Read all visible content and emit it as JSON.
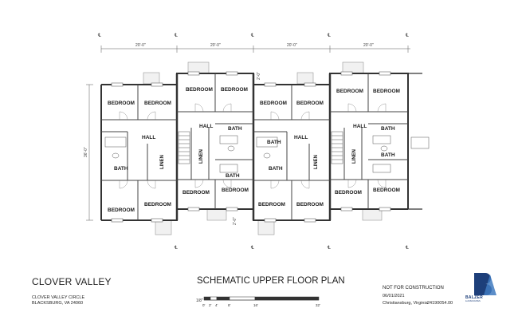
{
  "project": {
    "title": "CLOVER VALLEY",
    "address_line1": "CLOVER VALLEY CIRCLE",
    "address_line2": "BLACKSBURG, VA 24060"
  },
  "sheet": {
    "title": "SCHEMATIC UPPER FLOOR PLAN",
    "status": "NOT FOR CONSTRUCTION",
    "date": "06/01/2021",
    "location": "Christiansburg, Virginia",
    "job_number": "24190054.00"
  },
  "firm": {
    "logo_text": "BALZER",
    "logo_subtext": "& ASSOCIATES"
  },
  "scale_bar": {
    "scale_label": "1/8\"",
    "ticks": [
      "0'",
      "2'",
      "4'",
      "8'",
      "16'",
      "32'"
    ]
  },
  "dimensions": {
    "unit_widths": [
      "20'-0\"",
      "20'-0\"",
      "20'-0\"",
      "20'-0\""
    ],
    "overall_depth": "36'-0\"",
    "offset_top": "2'-0\"",
    "offset_bottom": "2'-0\""
  },
  "rooms": {
    "bedroom": "BEDROOM",
    "bath": "BATH",
    "hall": "HALL",
    "linen": "LINEN"
  },
  "centerline_symbol": "℄"
}
